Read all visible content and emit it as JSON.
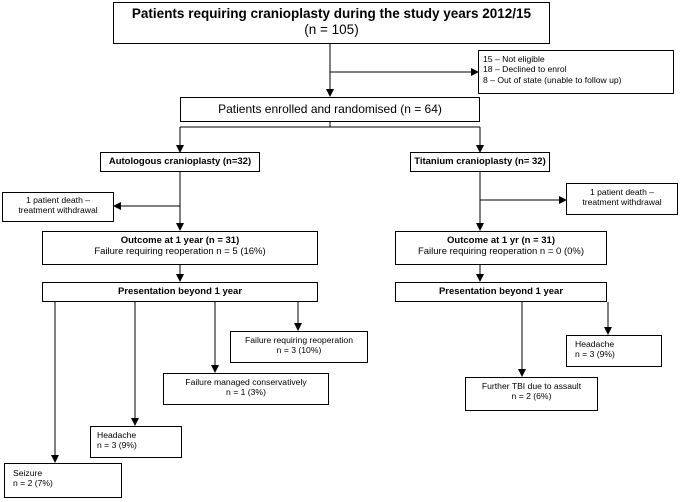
{
  "top": {
    "title": "Patients requiring cranioplasty during the study years 2012/15",
    "count": "(n = 105)"
  },
  "excluded": {
    "lines": [
      "15 – Not eligible",
      "18 – Declined to enrol",
      "8 – Out of state (unable to follow up)"
    ]
  },
  "enrolled": {
    "label": "Patients enrolled and randomised (n = 64)"
  },
  "autologous": {
    "arm_label": "Autologous  cranioplasty (n=32)",
    "death": [
      "1 patient death –",
      "treatment withdrawal"
    ],
    "outcome_title": "Outcome at 1 year (n = 31)",
    "outcome_detail": "Failure requiring  reoperation  n = 5 (16%)",
    "beyond": "Presentation beyond 1 year",
    "failure_reop": [
      "Failure requiring  reoperation",
      "n = 3 (10%)"
    ],
    "failure_cons": [
      "Failure managed conservatively",
      "n = 1 (3%)"
    ],
    "headache": [
      "Headache",
      "n = 3 (9%)"
    ],
    "seizure": [
      "Seizure",
      "n = 2 (7%)"
    ]
  },
  "titanium": {
    "arm_label": "Titanium cranioplasty (n= 32)",
    "death": [
      "1 patient death –",
      "treatment  withdrawal"
    ],
    "outcome_title": "Outcome at 1 yr (n = 31)",
    "outcome_detail": "Failure requiring  reoperation  n = 0 (0%)",
    "beyond": "Presentation beyond 1 year",
    "headache": [
      "Headache",
      "n = 3 (9%)"
    ],
    "further_tbi": [
      "Further TBI due to assault",
      "n = 2 (6%)"
    ]
  }
}
